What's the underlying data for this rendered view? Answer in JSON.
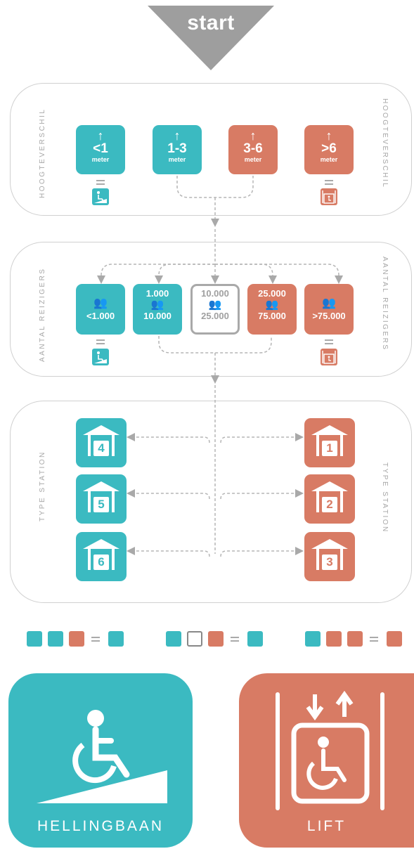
{
  "start": {
    "label": "start"
  },
  "panels": {
    "height": {
      "side_label": "HOOGTEVERSCHIL",
      "tiles": [
        {
          "big": "<1",
          "small": "meter",
          "color": "teal"
        },
        {
          "big": "1-3",
          "small": "meter",
          "color": "teal"
        },
        {
          "big": "3-6",
          "small": "meter",
          "color": "rust"
        },
        {
          "big": ">6",
          "small": "meter",
          "color": "rust"
        }
      ]
    },
    "travelers": {
      "side_label": "AANTAL REIZIGERS",
      "tiles": [
        {
          "bottom": "<1.000",
          "color": "teal"
        },
        {
          "top": "1.000",
          "bottom": "10.000",
          "color": "teal"
        },
        {
          "top": "10.000",
          "bottom": "25.000",
          "color": "outline"
        },
        {
          "top": "25.000",
          "bottom": "75.000",
          "color": "rust"
        },
        {
          "bottom": ">75.000",
          "color": "rust"
        }
      ]
    },
    "station": {
      "side_label": "TYPE STATION",
      "left": [
        "4",
        "5",
        "6"
      ],
      "right": [
        "1",
        "2",
        "3"
      ]
    }
  },
  "legend": {
    "equals": "="
  },
  "outcomes": {
    "ramp": {
      "label": "HELLINGBAAN",
      "color": "#3bbac1"
    },
    "lift": {
      "label": "LIFT",
      "color": "#d87b64"
    }
  },
  "colors": {
    "teal": "#3bbac1",
    "rust": "#d87b64",
    "gray": "#a9a9a9"
  }
}
